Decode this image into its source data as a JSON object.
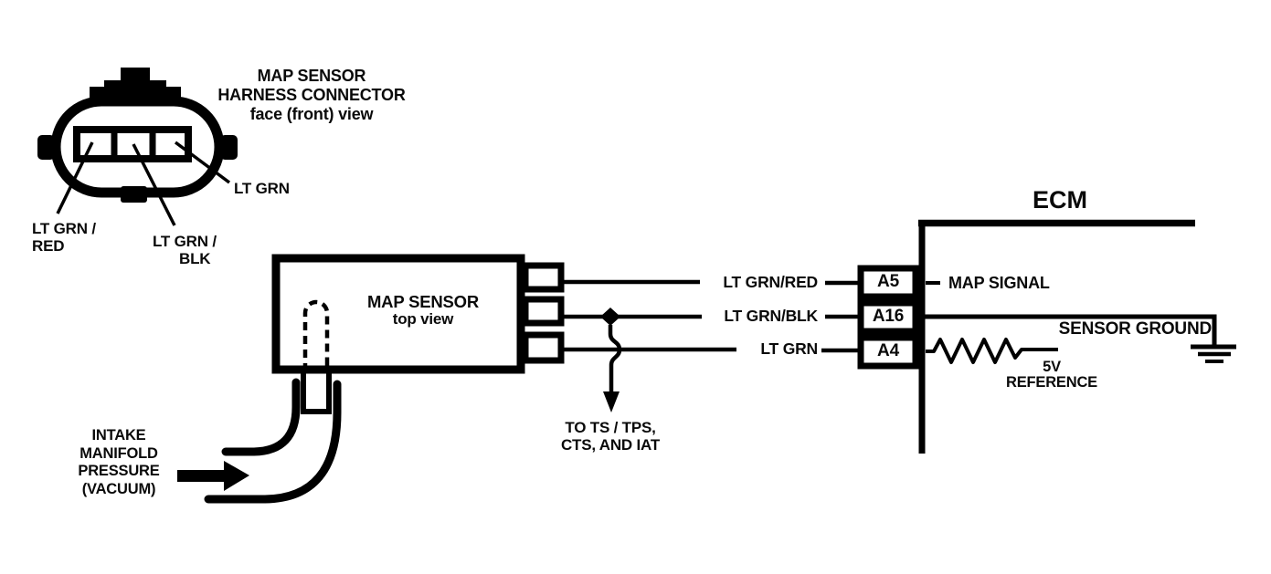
{
  "colors": {
    "ink": "#000000",
    "paper": "#ffffff"
  },
  "connector_face": {
    "title": [
      "MAP SENSOR",
      "HARNESS CONNECTOR",
      "face (front) view"
    ],
    "terminals": {
      "left": [
        "LT GRN /",
        "RED"
      ],
      "middle": [
        "LT GRN /",
        "BLK"
      ],
      "right": "LT GRN"
    }
  },
  "map_sensor": {
    "label": [
      "MAP SENSOR",
      "top view"
    ]
  },
  "circuit": {
    "ecm_title": "ECM",
    "rows": [
      {
        "wire": "LT GRN/RED",
        "pin": "A5",
        "signal": "MAP SIGNAL"
      },
      {
        "wire": "LT GRN/BLK",
        "pin": "A16",
        "signal": "SENSOR GROUND"
      },
      {
        "wire": "LT GRN",
        "pin": "A4",
        "signal": [
          "5V",
          "REFERENCE"
        ]
      }
    ],
    "branch_note": [
      "TO TS / TPS,",
      "CTS, AND IAT"
    ]
  },
  "intake_note": [
    "INTAKE",
    "MANIFOLD",
    "PRESSURE",
    "(VACUUM)"
  ]
}
